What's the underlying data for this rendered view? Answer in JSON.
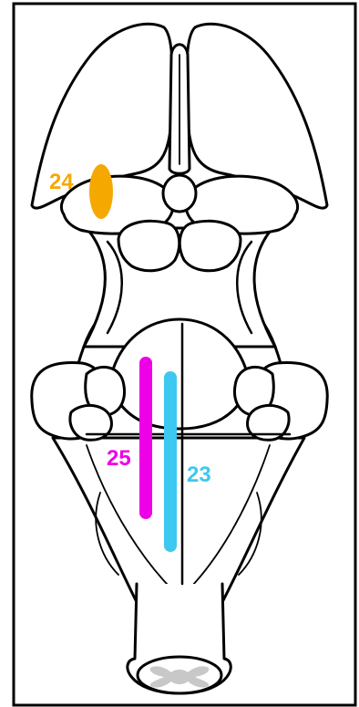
{
  "markers": [
    {
      "id": "24",
      "label": "24",
      "color": "#f5a800"
    },
    {
      "id": "25",
      "label": "25",
      "color": "#ee00e6"
    },
    {
      "id": "23",
      "label": "23",
      "color": "#3cc8f0"
    }
  ],
  "colors": {
    "frame": "#000000",
    "outline": "#000000",
    "cord_section": "#c8c8c8"
  }
}
